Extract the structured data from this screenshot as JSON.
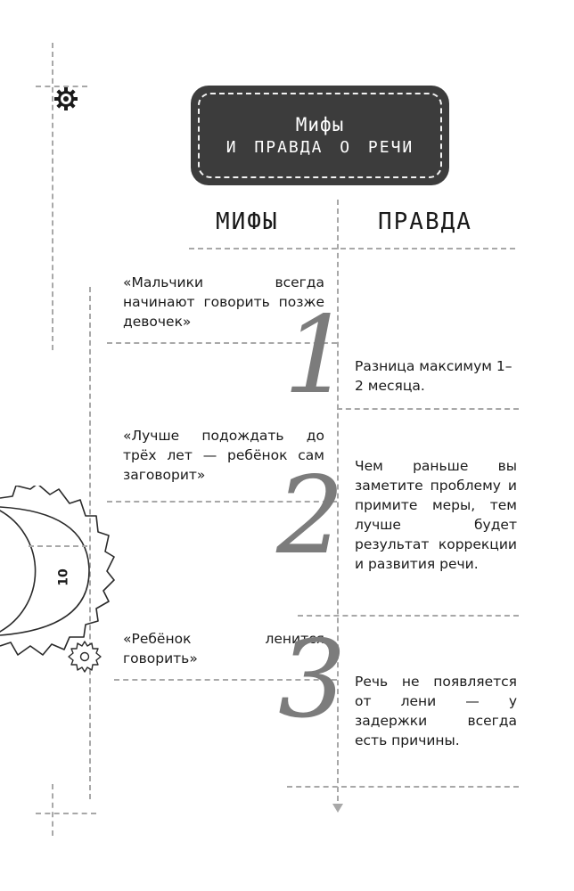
{
  "title": {
    "line1": "Мифы",
    "line2": "и правда о речи"
  },
  "columns": {
    "myths": "МИФЫ",
    "truth": "ПРАВДА"
  },
  "page_number": "10",
  "items": [
    {
      "number": "1",
      "myth": "«Мальчики всегда начинают говорить позже девочек»",
      "truth": "Разница максимум 1–2 месяца."
    },
    {
      "number": "2",
      "myth": "«Лучше подождать до трёх лет — ребёнок сам заговорит»",
      "truth": "Чем раньше вы заметите проблему и примите меры, тем лучше будет результат коррекции и развития речи."
    },
    {
      "number": "3",
      "myth": "«Ребёнок ленится говорить»",
      "truth": "Речь не появляется от лени — у задержки всегда есть причины."
    }
  ]
}
